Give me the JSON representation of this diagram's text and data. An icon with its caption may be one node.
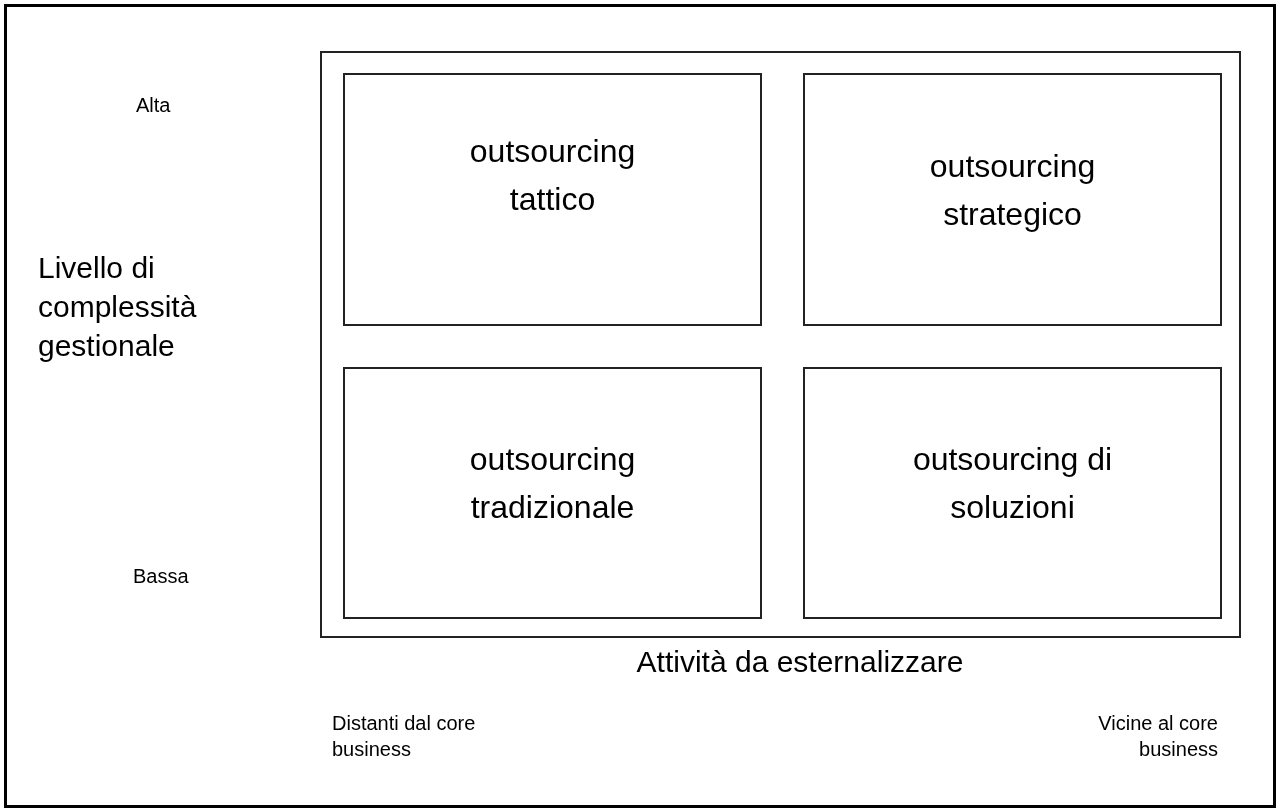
{
  "diagram": {
    "nodes": [
      {
        "text": [],
        "shape": "box"
      },
      {
        "text": [
          "outsourcing tattico"
        ],
        "in": 0
      },
      {
        "text": [
          "outsourcing strategico"
        ],
        "in": 0
      },
      {
        "text": [
          "outsourcing tradizionale"
        ],
        "in": 0
      },
      {
        "text": [
          "outsourcing di soluzioni"
        ],
        "in": 0
      }
    ],
    "labels": [
      "Alta",
      "Livello di complessità gestionale",
      "Bassa",
      "Attività da esternalizzare",
      "Distanti dal core business",
      "Vicine al core business"
    ]
  }
}
